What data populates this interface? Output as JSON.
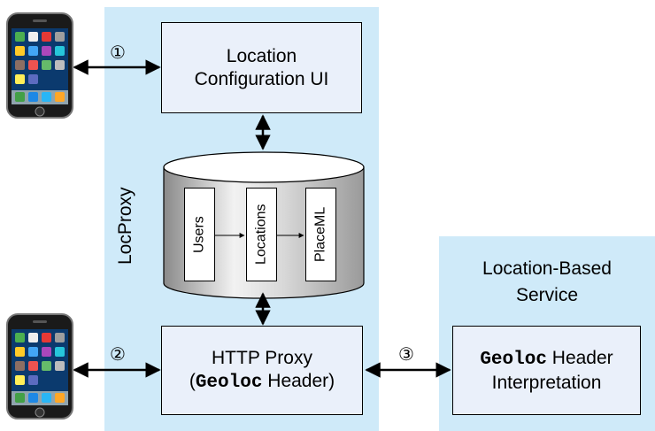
{
  "locproxy": {
    "title": "LocProxy",
    "config_ui": {
      "line1": "Location",
      "line2": "Configuration UI"
    },
    "database": {
      "tables": [
        "Users",
        "Locations",
        "PlaceML"
      ]
    },
    "http_proxy": {
      "line1": "HTTP Proxy",
      "open": "(",
      "code": "Geoloc",
      "rest": " Header)"
    }
  },
  "lbs": {
    "title_line1": "Location-Based",
    "title_line2": "Service",
    "box": {
      "code": "Geoloc",
      "rest": " Header",
      "line2": "Interpretation"
    }
  },
  "steps": {
    "one": "①",
    "two": "②",
    "three": "③"
  },
  "colors": {
    "panel": "#cfeaf9",
    "box": "#eaf0fa"
  }
}
